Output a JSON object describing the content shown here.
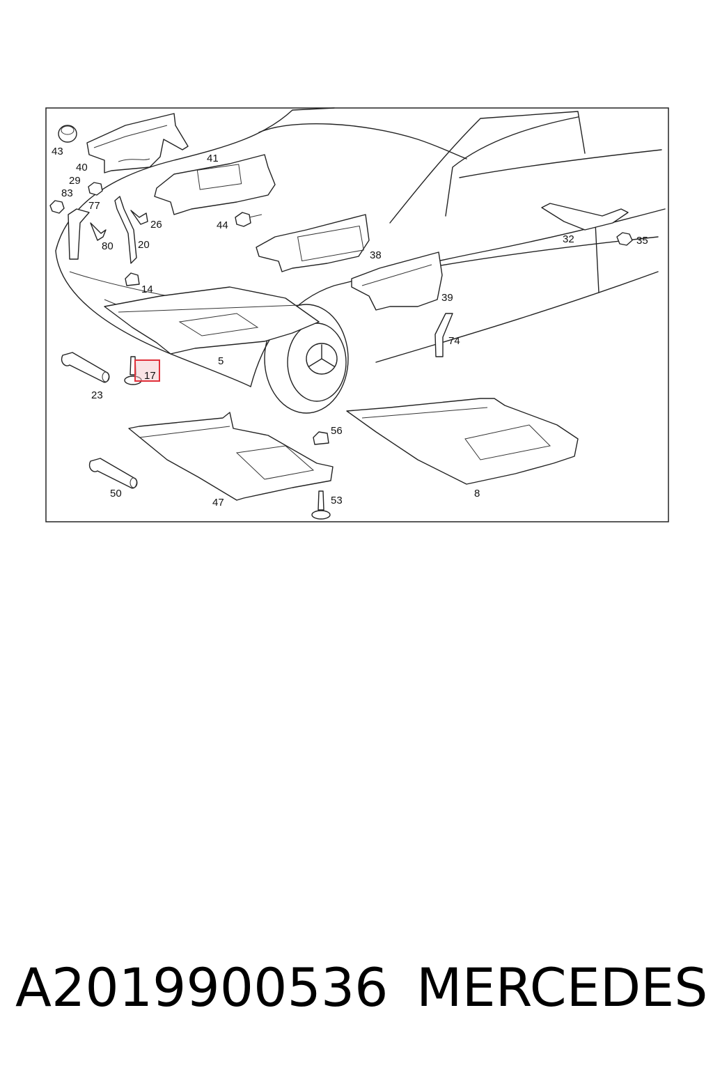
{
  "diagram": {
    "callouts": [
      {
        "id": "c43",
        "text": "43"
      },
      {
        "id": "c40",
        "text": "40"
      },
      {
        "id": "c29",
        "text": "29"
      },
      {
        "id": "c83",
        "text": "83"
      },
      {
        "id": "c77",
        "text": "77"
      },
      {
        "id": "c80",
        "text": "80"
      },
      {
        "id": "c26",
        "text": "26"
      },
      {
        "id": "c20",
        "text": "20"
      },
      {
        "id": "c41",
        "text": "41"
      },
      {
        "id": "c44",
        "text": "44"
      },
      {
        "id": "c14",
        "text": "14"
      },
      {
        "id": "c38",
        "text": "38"
      },
      {
        "id": "c39",
        "text": "39"
      },
      {
        "id": "c32",
        "text": "32"
      },
      {
        "id": "c35",
        "text": "35"
      },
      {
        "id": "c74",
        "text": "74"
      },
      {
        "id": "c5",
        "text": "5"
      },
      {
        "id": "c17",
        "text": "17"
      },
      {
        "id": "c23",
        "text": "23"
      },
      {
        "id": "c56",
        "text": "56"
      },
      {
        "id": "c50",
        "text": "50"
      },
      {
        "id": "c47",
        "text": "47"
      },
      {
        "id": "c53",
        "text": "53"
      },
      {
        "id": "c8",
        "text": "8"
      }
    ],
    "highlighted_callout": "17",
    "highlight_color": "#e0303a"
  },
  "caption": {
    "part_number": "A2019900536",
    "brand": "MERCEDES"
  }
}
